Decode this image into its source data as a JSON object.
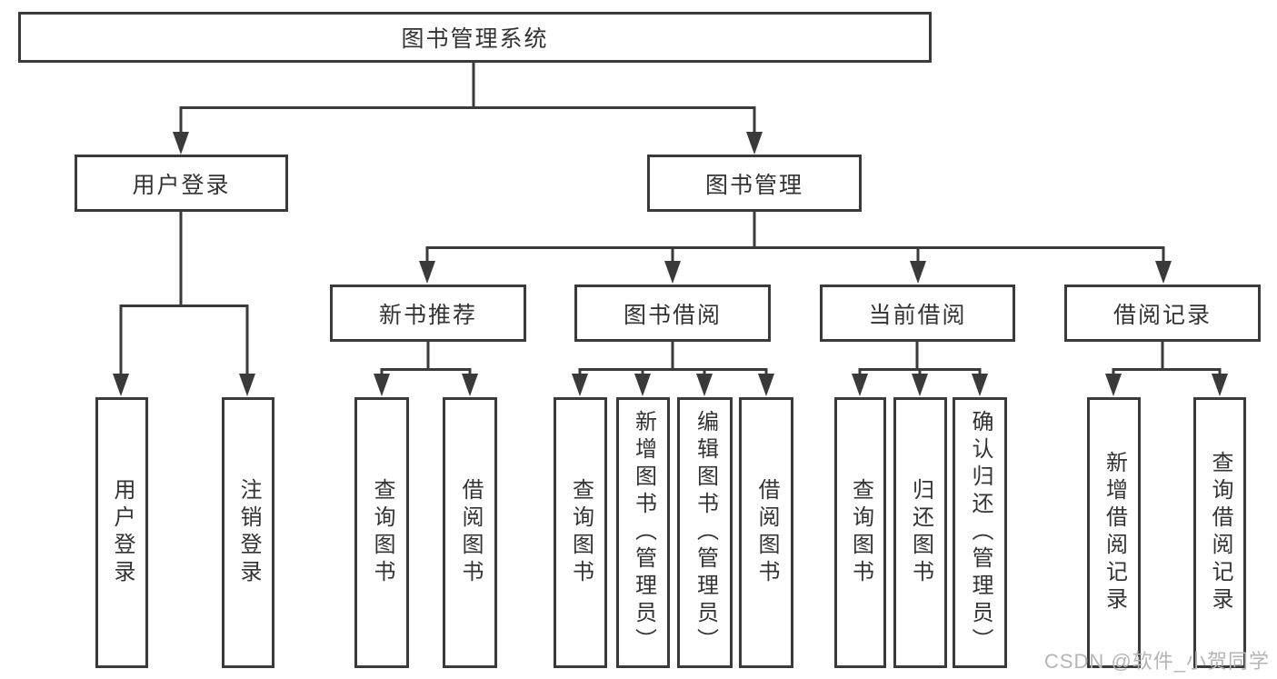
{
  "tree": {
    "root": "图书管理系统",
    "branches": [
      {
        "label": "用户登录",
        "children": [
          "用户登录",
          "注销登录"
        ]
      },
      {
        "label": "图书管理",
        "groups": [
          {
            "label": "新书推荐",
            "children": [
              "查询图书",
              "借阅图书"
            ]
          },
          {
            "label": "图书借阅",
            "children": [
              "查询图书",
              "新增图书（管理员）",
              "编辑图书（管理员）",
              "借阅图书"
            ]
          },
          {
            "label": "当前借阅",
            "children": [
              "查询图书",
              "归还图书",
              "确认归还（管理员）"
            ]
          },
          {
            "label": "借阅记录",
            "children": [
              "新增借阅记录",
              "查询借阅记录"
            ]
          }
        ]
      }
    ]
  },
  "watermark": "CSDN @软件_小贺同学",
  "colors": {
    "line": "#3a3a3a",
    "text": "#333333",
    "watermark": "#b5b5b5",
    "background": "#ffffff"
  }
}
